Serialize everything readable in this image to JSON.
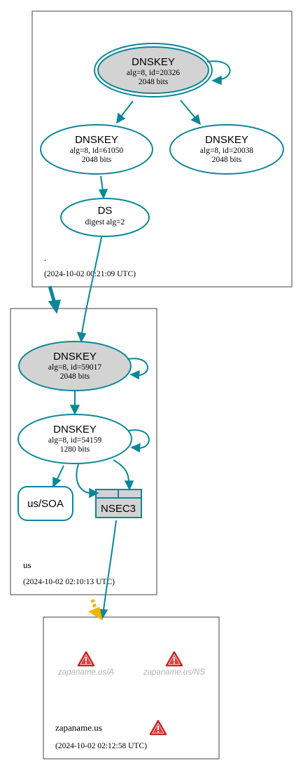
{
  "root_zone": {
    "name": ".",
    "timestamp": "(2024-10-02 00:21:09 UTC)",
    "ksk": {
      "type": "DNSKEY",
      "detail": "alg=8, id=20326",
      "bits": "2048 bits"
    },
    "zsk1": {
      "type": "DNSKEY",
      "detail": "alg=8, id=61050",
      "bits": "2048 bits"
    },
    "zsk2": {
      "type": "DNSKEY",
      "detail": "alg=8, id=20038",
      "bits": "2048 bits"
    },
    "ds": {
      "type": "DS",
      "detail": "digest alg=2"
    }
  },
  "us_zone": {
    "name": "us",
    "timestamp": "(2024-10-02 02:10:13 UTC)",
    "ksk": {
      "type": "DNSKEY",
      "detail": "alg=8, id=59017",
      "bits": "2048 bits"
    },
    "zsk": {
      "type": "DNSKEY",
      "detail": "alg=8, id=54159",
      "bits": "1280 bits"
    },
    "soa": "us/SOA",
    "nsec3": "NSEC3"
  },
  "zapaname_zone": {
    "name": "zapaname.us",
    "timestamp": "(2024-10-02 02:12:58 UTC)",
    "rrsets": [
      "zapaname.us/A",
      "zapaname.us/NS"
    ]
  },
  "colors": {
    "edge": "#0a879a",
    "ksk_fill": "#d3d3d3",
    "warning": "#cc2222",
    "insecure": "#f0b400"
  }
}
